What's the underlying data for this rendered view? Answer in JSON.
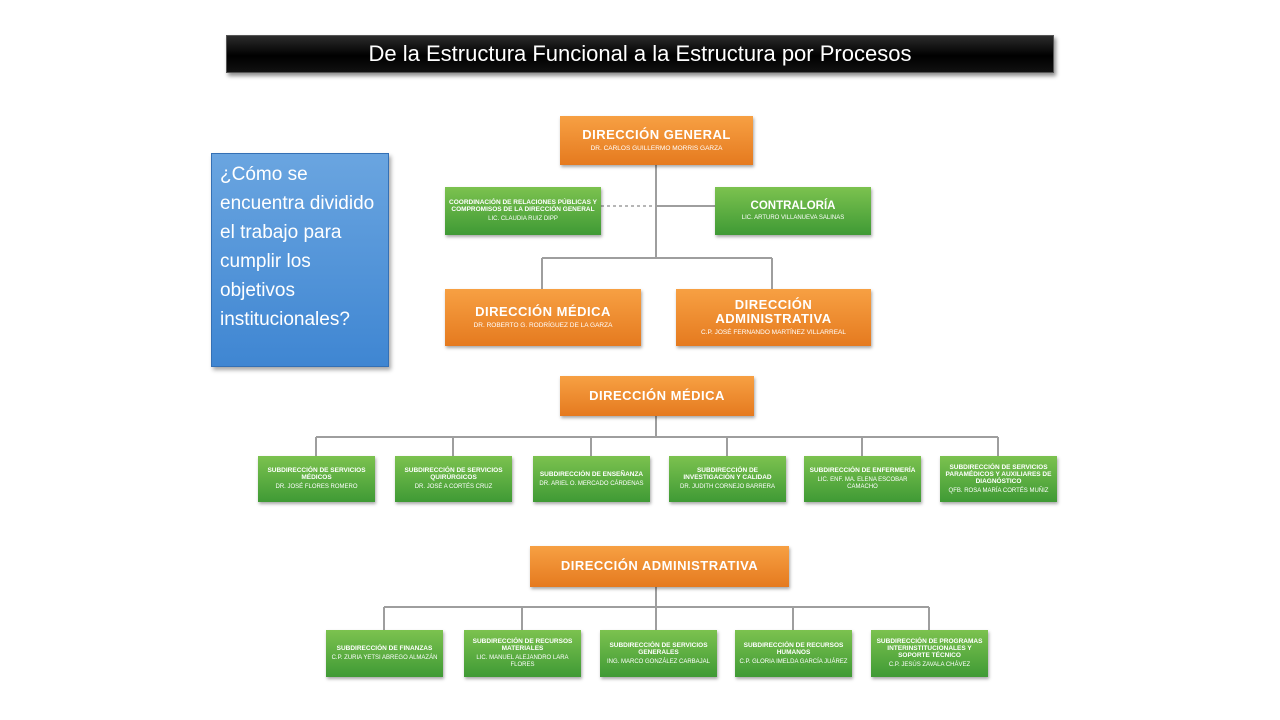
{
  "title": "De la Estructura Funcional a la Estructura por Procesos",
  "question": "¿Cómo se encuentra dividido el trabajo para cumplir los objetivos institucionales?",
  "colors": {
    "orange": "#EF8A2E",
    "green": "#56AE3D",
    "question_blue": "#5596DA",
    "line": "#9E9E9E"
  },
  "chart1": {
    "direccion_general": {
      "title": "DIRECCIÓN GENERAL",
      "person": "DR. CARLOS GUILLERMO MORRIS GARZA"
    },
    "coordinacion": {
      "title": "COORDINACIÓN DE RELACIONES PÚBLICAS Y COMPROMISOS DE LA DIRECCIÓN GENERAL",
      "person": "LIC. CLAUDIA RUIZ DIPP"
    },
    "contraloria": {
      "title": "CONTRALORÍA",
      "person": "LIC. ARTURO VILLANUEVA SALINAS"
    },
    "direccion_medica": {
      "title": "DIRECCIÓN MÉDICA",
      "person": "DR. ROBERTO G. RODRÍGUEZ DE LA GARZA"
    },
    "direccion_administrativa": {
      "title": "DIRECCIÓN ADMINISTRATIVA",
      "person": "C.P. JOSÉ FERNANDO MARTÍNEZ VILLARREAL"
    }
  },
  "chart2": {
    "head": "DIRECCIÓN MÉDICA",
    "items": [
      {
        "title": "SUBDIRECCIÓN DE SERVICIOS MÉDICOS",
        "person": "DR. JOSÉ FLORES ROMERO"
      },
      {
        "title": "SUBDIRECCIÓN DE SERVICIOS QUIRÚRGICOS",
        "person": "DR. JOSÉ A CORTÉS CRUZ"
      },
      {
        "title": "SUBDIRECCIÓN DE ENSEÑANZA",
        "person": "DR. ARIEL O. MERCADO CÁRDENAS"
      },
      {
        "title": "SUBDIRECCIÓN DE INVESTIGACIÓN Y CALIDAD",
        "person": "DR. JUDITH CORNEJO BARRERA"
      },
      {
        "title": "SUBDIRECCIÓN DE ENFERMERÍA",
        "person": "LIC. ENF. MA. ELENA ESCOBAR CAMACHO"
      },
      {
        "title": "SUBDIRECCIÓN DE SERVICIOS PARAMÉDICOS Y AUXILIARES DE DIAGNÓSTICO",
        "person": "QFB. ROSA MARÍA CORTÉS MUÑIZ"
      }
    ]
  },
  "chart3": {
    "head": "DIRECCIÓN ADMINISTRATIVA",
    "items": [
      {
        "title": "SUBDIRECCIÓN DE FINANZAS",
        "person": "C.P. ZURIA YETSI ABREGO ALMAZÁN"
      },
      {
        "title": "SUBDIRECCIÓN DE RECURSOS MATERIALES",
        "person": "LIC. MANUEL ALEJANDRO LARA FLORES"
      },
      {
        "title": "SUBDIRECCIÓN DE SERVICIOS GENERALES",
        "person": "ING. MARCO GONZÁLEZ CARBAJAL"
      },
      {
        "title": "SUBDIRECCIÓN DE RECURSOS HUMANOS",
        "person": "C.P. GLORIA IMELDA GARCÍA JUÁREZ"
      },
      {
        "title": "SUBDIRECCIÓN DE PROGRAMAS INTERINSTITUCIONALES Y SOPORTE TÉCNICO",
        "person": "C.P. JESÚS ZAVALA CHÁVEZ"
      }
    ]
  }
}
